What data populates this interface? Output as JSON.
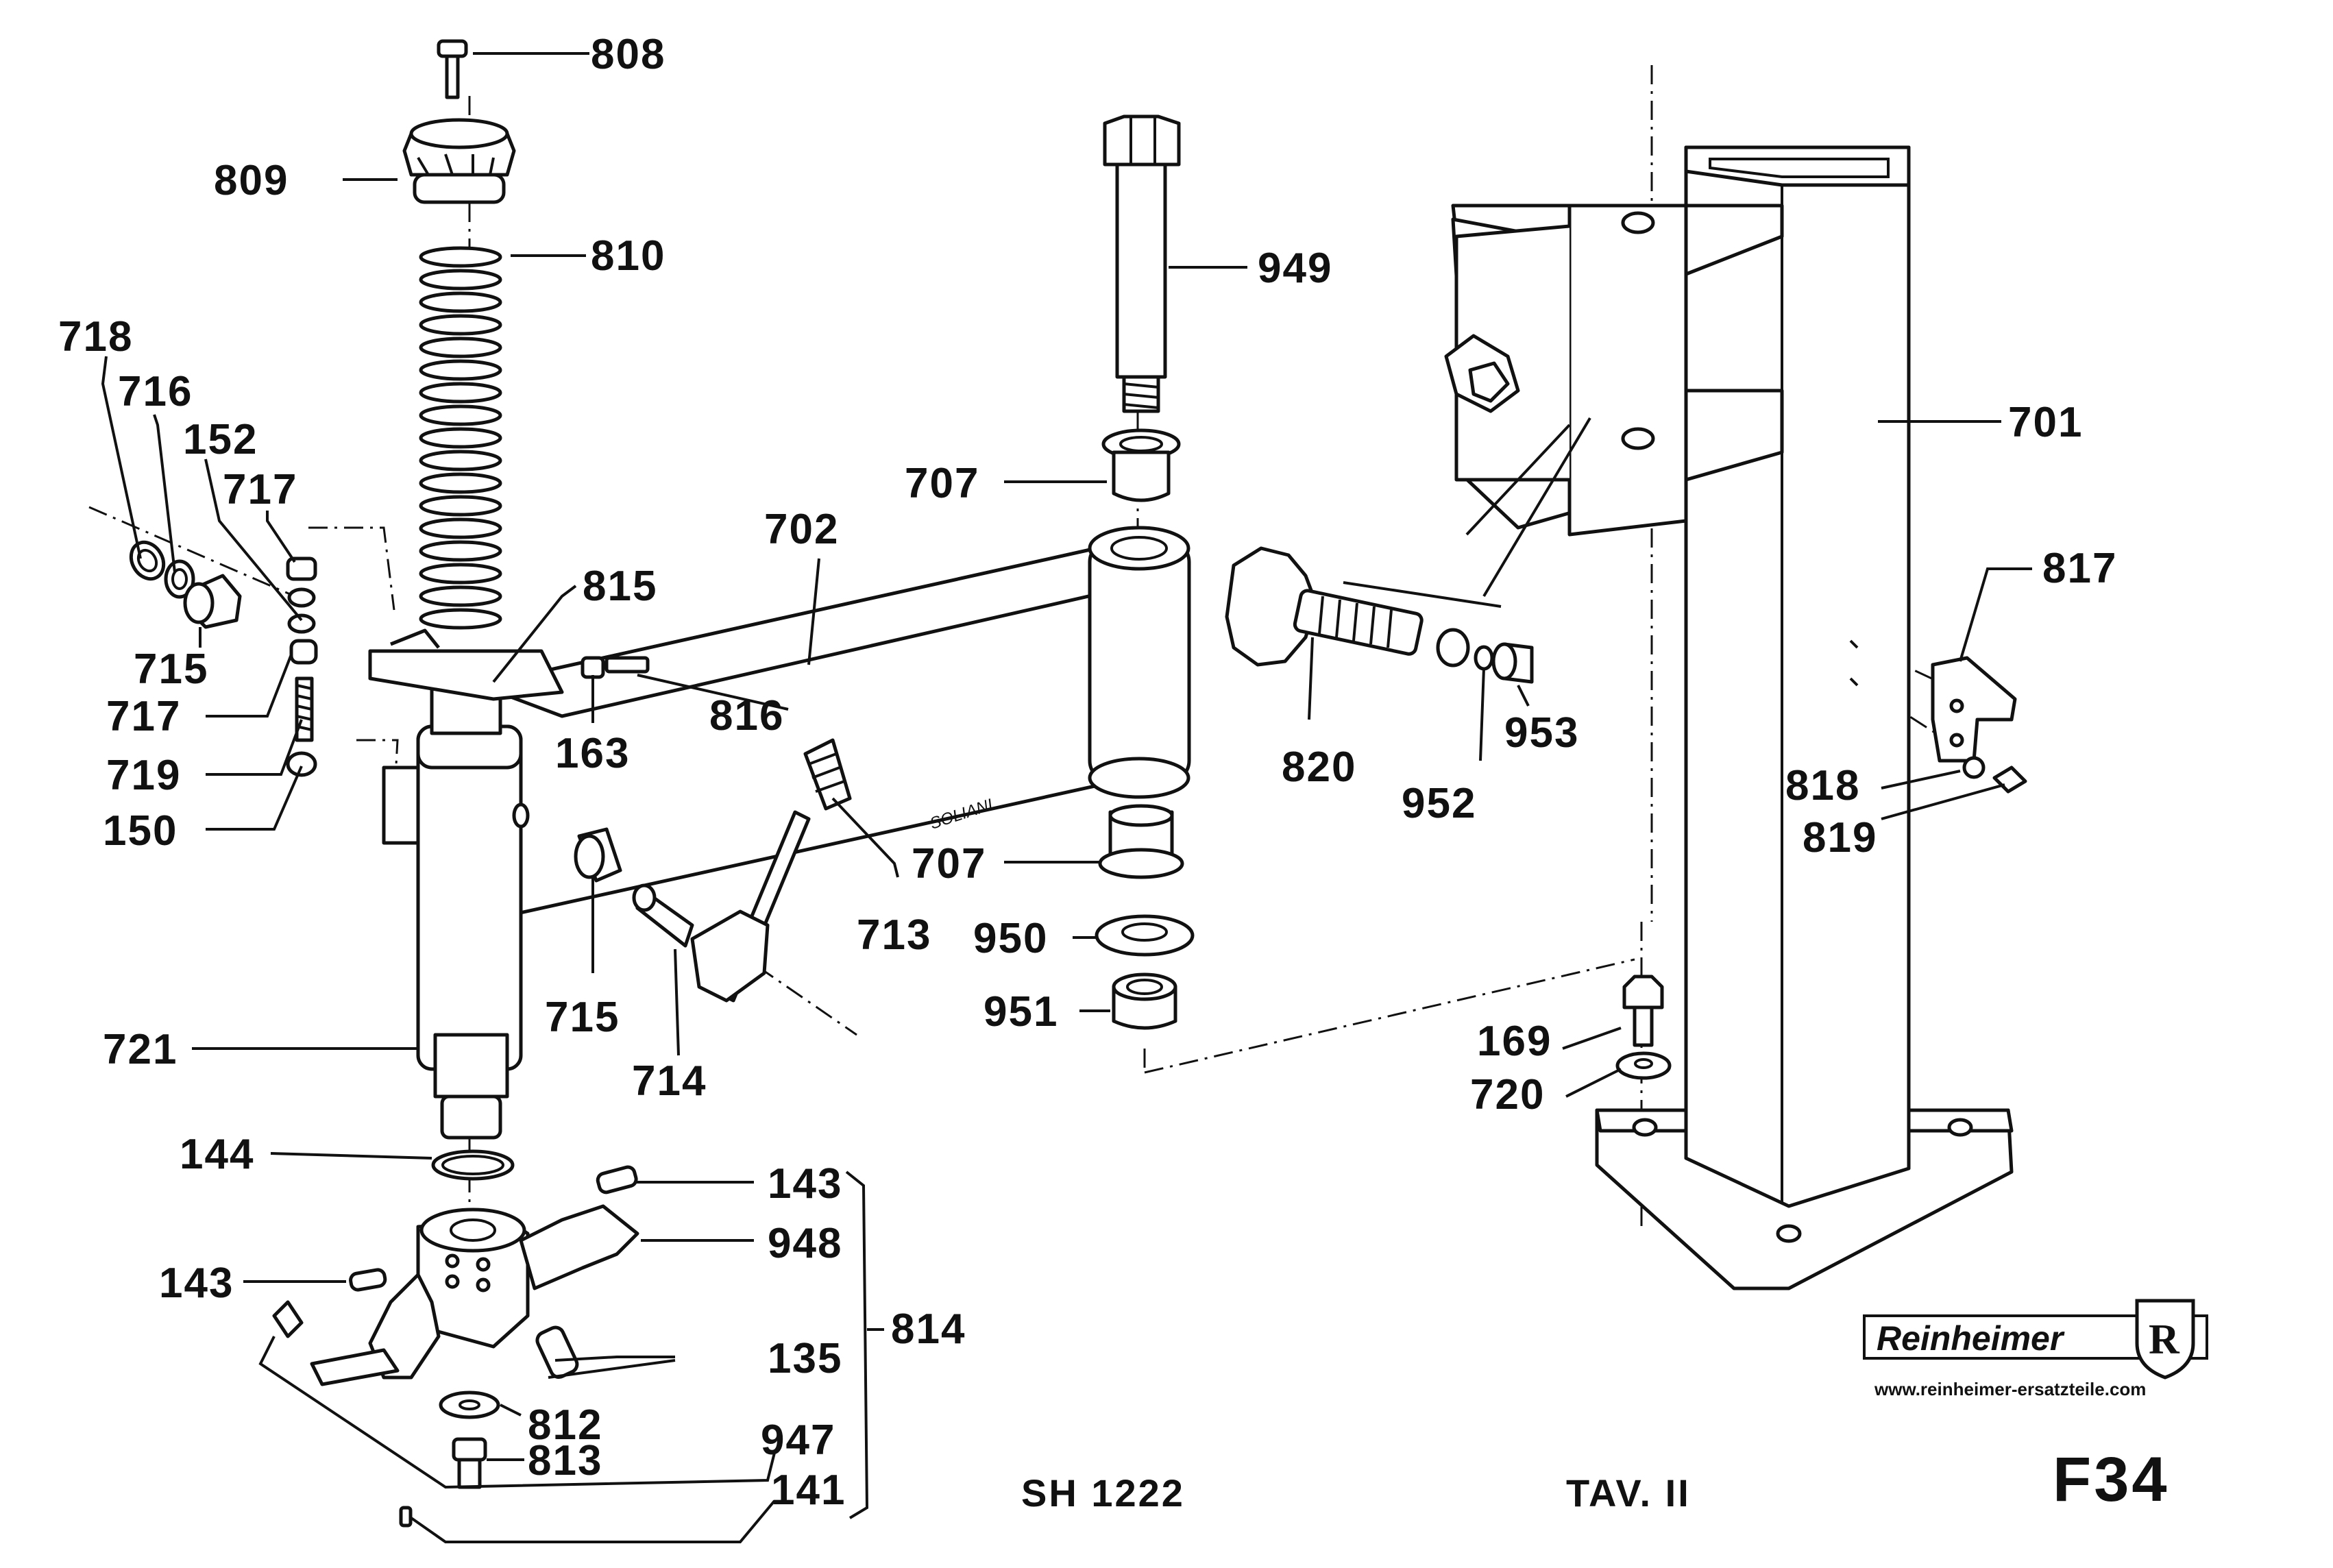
{
  "drawing": {
    "model": "SH 1222",
    "table": "TAV. II",
    "sheet": "F34",
    "brand": "Reinheimer",
    "brand_mark": "R",
    "website": "www.reinheimer-ersatzteile.com",
    "signature": "SOLIANI"
  },
  "parts": [
    {
      "ref": "808",
      "name": "screw"
    },
    {
      "ref": "809",
      "name": "knob-cap"
    },
    {
      "ref": "810",
      "name": "spring"
    },
    {
      "ref": "718"
    },
    {
      "ref": "716"
    },
    {
      "ref": "152"
    },
    {
      "ref": "717"
    },
    {
      "ref": "715"
    },
    {
      "ref": "717"
    },
    {
      "ref": "719"
    },
    {
      "ref": "150"
    },
    {
      "ref": "815"
    },
    {
      "ref": "163"
    },
    {
      "ref": "816"
    },
    {
      "ref": "702"
    },
    {
      "ref": "949"
    },
    {
      "ref": "707"
    },
    {
      "ref": "707"
    },
    {
      "ref": "950"
    },
    {
      "ref": "951"
    },
    {
      "ref": "713"
    },
    {
      "ref": "715"
    },
    {
      "ref": "714"
    },
    {
      "ref": "721"
    },
    {
      "ref": "144"
    },
    {
      "ref": "143"
    },
    {
      "ref": "948"
    },
    {
      "ref": "143"
    },
    {
      "ref": "814"
    },
    {
      "ref": "135"
    },
    {
      "ref": "812"
    },
    {
      "ref": "813"
    },
    {
      "ref": "947"
    },
    {
      "ref": "141"
    },
    {
      "ref": "820"
    },
    {
      "ref": "952"
    },
    {
      "ref": "953"
    },
    {
      "ref": "701"
    },
    {
      "ref": "817"
    },
    {
      "ref": "818"
    },
    {
      "ref": "819"
    },
    {
      "ref": "169"
    },
    {
      "ref": "720"
    }
  ]
}
